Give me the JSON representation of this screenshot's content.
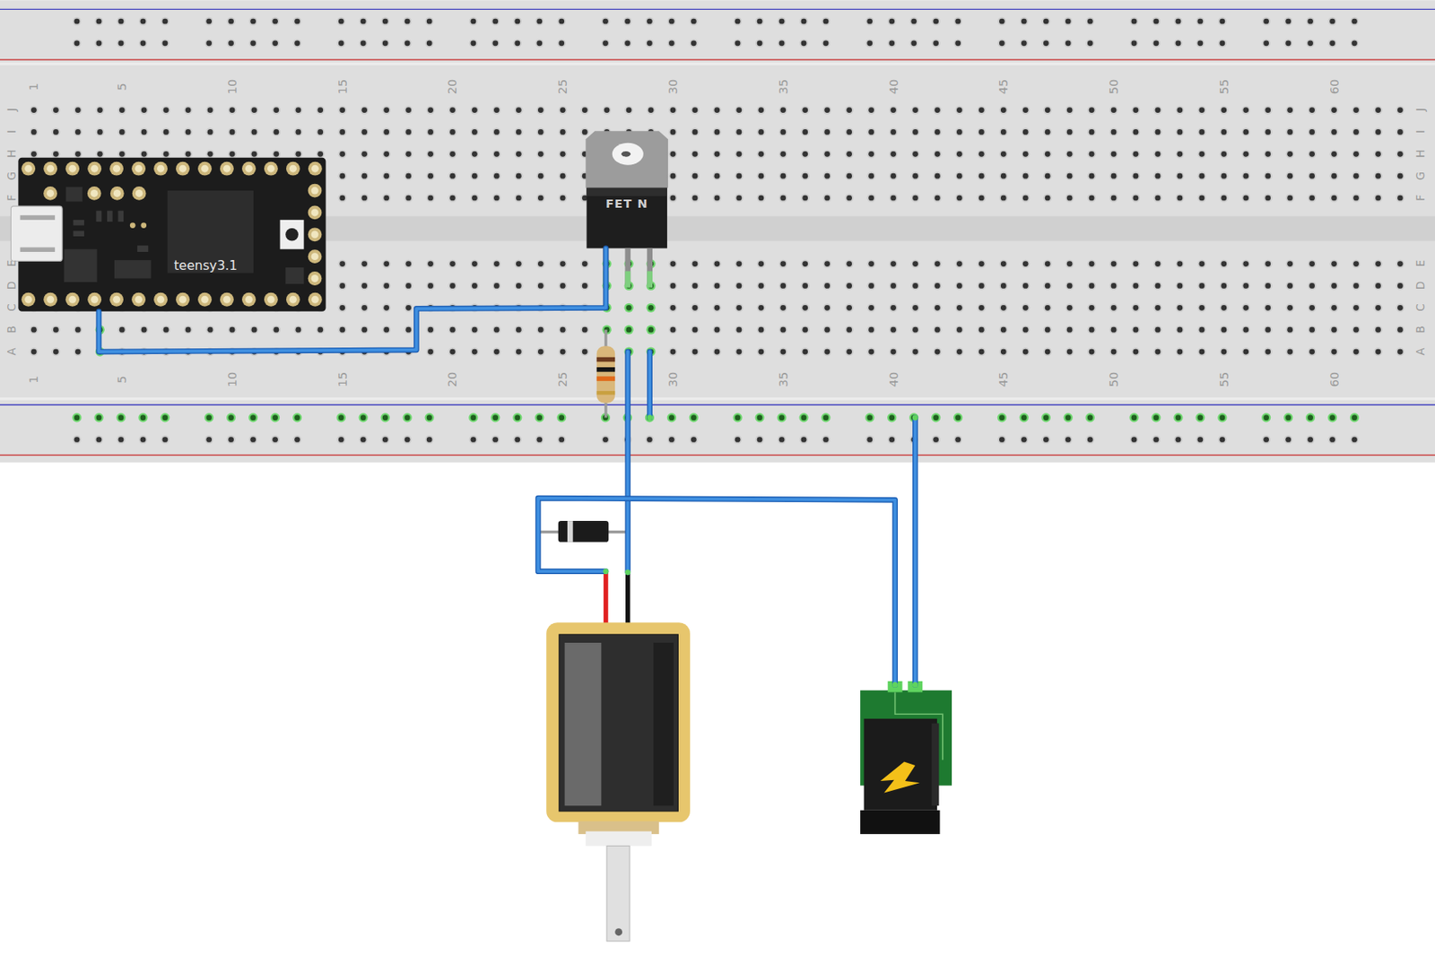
{
  "diagram": {
    "nodes": [
      {
        "text": [
          "teensy3.1"
        ]
      },
      {
        "text": [
          "FET N"
        ]
      }
    ],
    "edges": [
      {
        "from": 0,
        "to": 1,
        "arrow": "none"
      }
    ],
    "labels": [
      "1",
      "5",
      "10",
      "15",
      "20",
      "25",
      "30",
      "35",
      "40",
      "45",
      "50",
      "55",
      "60",
      "J",
      "I",
      "H",
      "G",
      "F",
      "E",
      "D",
      "C",
      "B",
      "A",
      "J",
      "I",
      "H",
      "G",
      "F",
      "E",
      "D",
      "C",
      "B",
      "A",
      "1",
      "5",
      "10",
      "15",
      "20",
      "25",
      "30",
      "35",
      "40",
      "45",
      "50",
      "55",
      "60"
    ]
  }
}
